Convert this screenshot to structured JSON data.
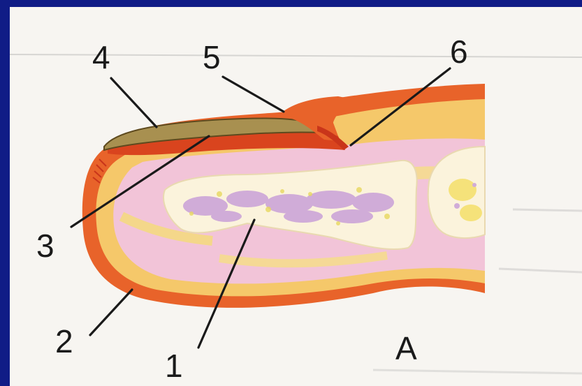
{
  "labels": {
    "n1": "1",
    "n2": "2",
    "n3": "3",
    "n4": "4",
    "n5": "5",
    "n6": "6",
    "panel": "А"
  },
  "colors": {
    "slide_background": "#101c86",
    "page_background": "#f7f5f1",
    "outer_layer": "#e8632a",
    "fat_layer": "#f5c86a",
    "soft_tissue": "#f2c4d8",
    "bone": "#fbf3dc",
    "bone_marrow_spots": "#c9a0d8",
    "nail_plate": "#a89050",
    "label_text": "#1a1a1a"
  }
}
